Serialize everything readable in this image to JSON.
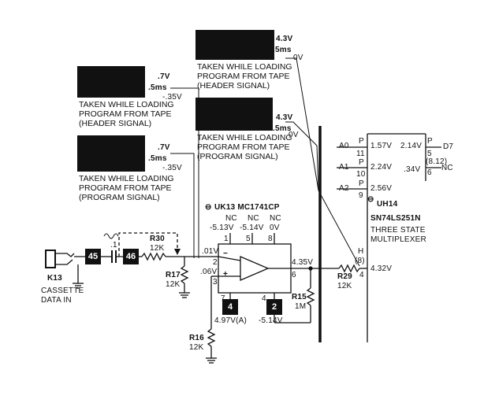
{
  "colors": {
    "ink": "#111111",
    "paper": "#ffffff"
  },
  "scopes": [
    {
      "caption": [
        "TAKEN WHILE LOADING",
        "PROGRAM FROM TAPE",
        "(HEADER SIGNAL)"
      ],
      "volt_top": "4.3V",
      "time": ".5ms",
      "volt_bot": "0V"
    },
    {
      "caption": [
        "TAKEN WHILE LOADING",
        "PROGRAM FROM TAPE",
        "(PROGRAM SIGNAL)"
      ],
      "volt_top": "4.3V",
      "time": ".5ms",
      "volt_bot": "0V"
    },
    {
      "caption": [
        "TAKEN WHILE LOADING",
        "PROGRAM FROM TAPE",
        "(HEADER SIGNAL)"
      ],
      "volt_top": ".7V",
      "time": ".5ms",
      "volt_bot": "-.35V"
    },
    {
      "caption": [
        "TAKEN WHILE LOADING",
        "PROGRAM FROM TAPE",
        "(PROGRAM SIGNAL)"
      ],
      "volt_top": ".7V",
      "time": ".5ms",
      "volt_bot": "-.35V"
    }
  ],
  "uk13": {
    "title": "UK13 MC1741CP",
    "nc_labels": [
      "NC",
      "NC",
      "NC"
    ],
    "top_volts": [
      "-5.13V",
      "-5.14V",
      "0V"
    ],
    "top_pins": [
      "1",
      "5",
      "8"
    ],
    "pin2": "2",
    "pin3": "3",
    "pin6": "6",
    "pin7": "7",
    "pin4": "4",
    "v_minus": ".01V",
    "v_plus": ".06V",
    "v_out": "4.35V",
    "v_pin7": "4.97V(A)",
    "v_pin4": "-5.14V",
    "box7": "4",
    "box4": "2",
    "minus_sign": "−",
    "plus_sign": "+"
  },
  "uh14": {
    "title": "UH14",
    "part": "SN74LS251N",
    "desc1": "THREE STATE",
    "desc2": "MULTIPLEXER",
    "inputs": [
      {
        "name": "A0",
        "p": "P",
        "pin": "11",
        "volt": "1.57V"
      },
      {
        "name": "A1",
        "p": "P",
        "pin": "10",
        "volt": "2.24V"
      },
      {
        "name": "A2",
        "p": "P",
        "pin": "9",
        "volt": "2.56V"
      }
    ],
    "outputs": [
      {
        "volt": "2.14V",
        "p": "P",
        "pin": "5",
        "sub": "(8.12)",
        "label": "D7"
      },
      {
        "volt": ".34V",
        "pin": "6",
        "label": "NC"
      }
    ],
    "h_label": "H",
    "h_pin": "(8)",
    "pin4": "4",
    "v_pin4": "4.32V"
  },
  "components": {
    "box45": "45",
    "box46": "46",
    "cap": ".1",
    "r30": "R30",
    "r30v": "12K",
    "r17": "R17",
    "r17v": "12K",
    "r29": "R29",
    "r29v": "12K",
    "r15": "R15",
    "r15v": "1M",
    "r16": "R16",
    "r16v": "12K",
    "k13": "K13",
    "k13a": "CASSETTE",
    "k13b": "DATA IN",
    "theta": "⊖"
  }
}
